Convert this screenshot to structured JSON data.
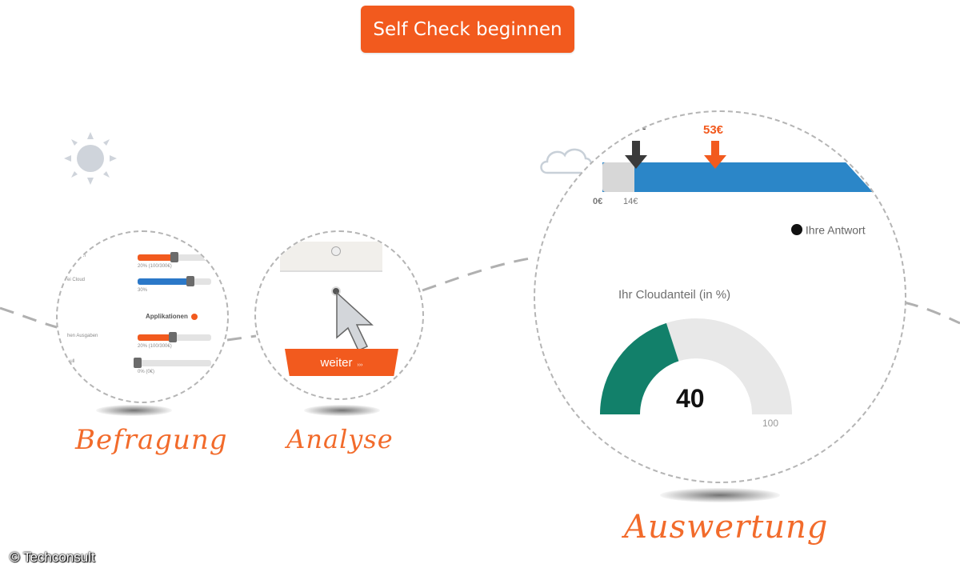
{
  "cta": {
    "label": "Self Check beginnen"
  },
  "steps": [
    {
      "label": "Befragung"
    },
    {
      "label": "Analyse"
    },
    {
      "label": "Auswertung"
    }
  ],
  "befragung": {
    "rows": [
      {
        "label": "usgaben",
        "value_text": "20% (100/300€)",
        "fill": 0.5,
        "color": "#f25a1e"
      },
      {
        "label": "ei Cloud",
        "value_text": "30%",
        "fill": 0.72,
        "color": "#2b78c8"
      },
      {
        "label": "hen Ausgaben",
        "value_text": "20% (100/300€)",
        "fill": 0.48,
        "color": "#f25a1e"
      },
      {
        "label": "hull",
        "value_text": "0% (0€)",
        "fill": 0.0,
        "color": "#f25a1e"
      }
    ],
    "section_heading": "Applikationen",
    "info_icon": "info-icon"
  },
  "analyse": {
    "button_label": "weiter",
    "button_suffix": "›››",
    "cursor_icon": "cursor-icon"
  },
  "auswertung": {
    "bar": {
      "start_label": "0€",
      "marker_label": "14€",
      "tilde_label": "~",
      "highlight_label": "53€",
      "bar_color": "#2b86c8",
      "highlight_color": "#f25a1e"
    },
    "legend_label": "Ihre Antwort",
    "gauge": {
      "title": "Ihr Cloudanteil (in %)",
      "value": "40",
      "max_label": "100",
      "fraction": 0.4,
      "fill_color": "#12806a"
    }
  },
  "credit": "© Techconsult"
}
